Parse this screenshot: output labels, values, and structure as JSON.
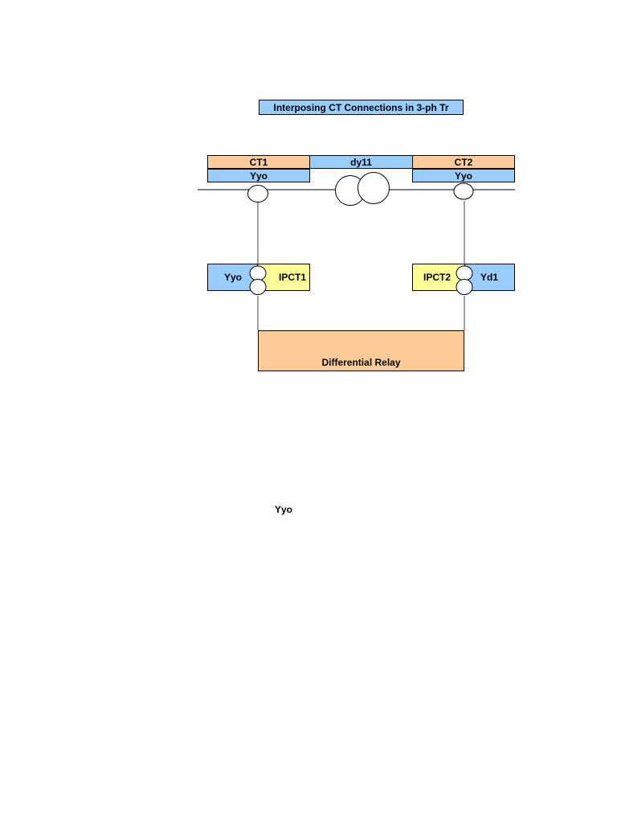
{
  "title": "Interposing CT Connections in 3-ph Tr",
  "header": {
    "ct1": {
      "name": "CT1",
      "connection": "Yyo"
    },
    "transformer": {
      "vector_group": "dy11"
    },
    "ct2": {
      "name": "CT2",
      "connection": "Yyo"
    }
  },
  "ipct1": {
    "connection": "Yyo",
    "name": "IPCT1"
  },
  "ipct2": {
    "name": "IPCT2",
    "connection": "Yd1"
  },
  "relay": {
    "label": "Differential Relay"
  },
  "floating_label": "Yyo",
  "colors": {
    "orange": "#ffcc99",
    "blue": "#99ccff",
    "yellow": "#ffff99",
    "title_bg": "#99ccff"
  }
}
